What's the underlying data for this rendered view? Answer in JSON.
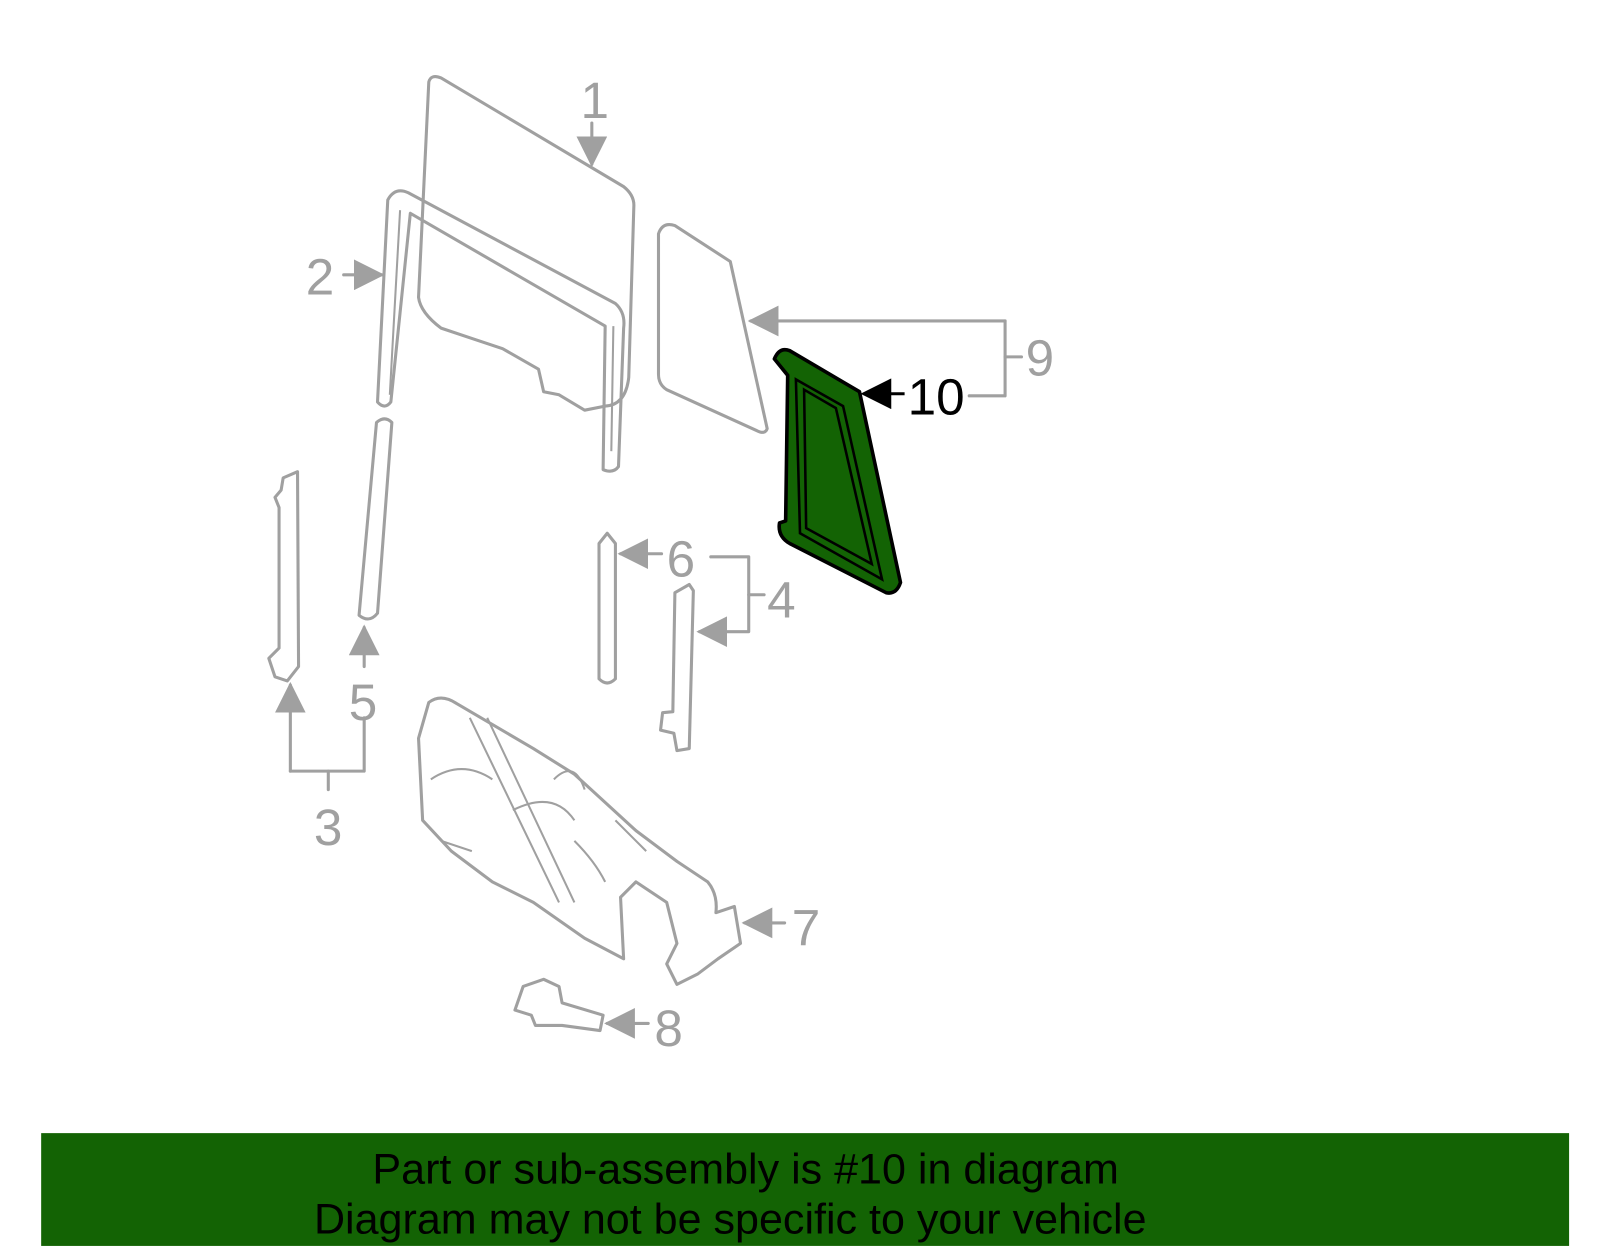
{
  "diagram": {
    "highlight_color": "#136304",
    "outline_color": "#a0a0a0",
    "callouts": [
      {
        "label": "1"
      },
      {
        "label": "2"
      },
      {
        "label": "3"
      },
      {
        "label": "4"
      },
      {
        "label": "5"
      },
      {
        "label": "6"
      },
      {
        "label": "7"
      },
      {
        "label": "8"
      },
      {
        "label": "9"
      },
      {
        "label": "10",
        "highlighted": true
      }
    ]
  },
  "banner": {
    "line1": "Part or sub-assembly is #10 in diagram",
    "line2": "Diagram may not be specific to your vehicle",
    "background": "#136304"
  }
}
